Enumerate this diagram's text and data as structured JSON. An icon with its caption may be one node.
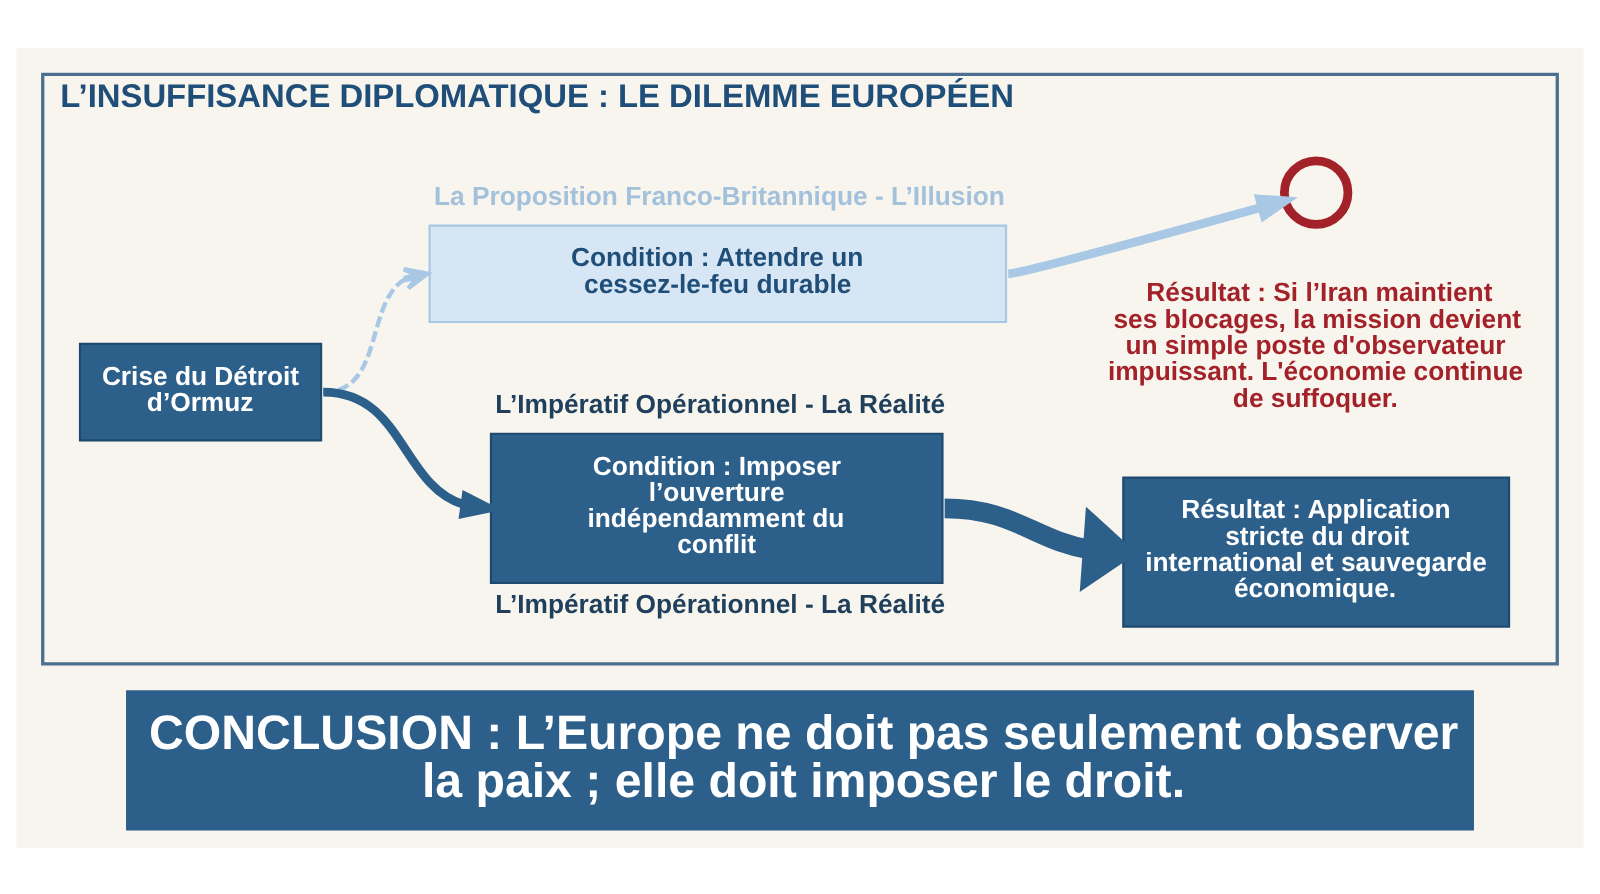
{
  "diagram": {
    "caption": "CONCLUSION : L’Europe ne doit pas seulement observer la paix ; elle doit imposer le droit.",
    "nodes": [
      {
        "text": [
          "L’INSUFFISANCE DIPLOMATIQUE : LE DILEMME EUROPÉEN"
        ]
      },
      {
        "text": [
          "Crise du Détroit d’Ormuz"
        ],
        "in": 0
      },
      {
        "text": [
          "Condition : Attendre un cessez-le-feu durable"
        ],
        "beside": [
          "La Proposition Franco-Britannique - L’Illusion"
        ],
        "in": 0
      },
      {
        "text": [],
        "shape": "circle",
        "beside": [
          "Résultat : Si l’Iran maintient ses blocages, la mission devient un simple poste d'observateur impuissant. L'économie continue de suffoquer."
        ],
        "in": 0
      },
      {
        "text": [
          "Condition : Imposer l’ouverture indépendamment du conflit"
        ],
        "beside": [
          "L’Impératif Opérationnel - La Réalité",
          "L’Impératif Opérationnel - La Réalité"
        ],
        "in": 0
      },
      {
        "text": [
          "Résultat : Application stricte du droit international et sauvegarde économique."
        ],
        "in": 0
      }
    ],
    "edges": [
      {
        "from": 1,
        "to": 2,
        "arrow": "to",
        "style": "dashed",
        "color": "#a9c8e6"
      },
      {
        "from": 1,
        "to": 4,
        "arrow": "to",
        "color": "#2c5f8a"
      },
      {
        "from": 2,
        "to": 3,
        "arrow": "to",
        "color": "#a9c8e6"
      },
      {
        "from": 4,
        "to": 5,
        "arrow": "to",
        "style": "thick",
        "color": "#2c5f8a"
      }
    ]
  }
}
